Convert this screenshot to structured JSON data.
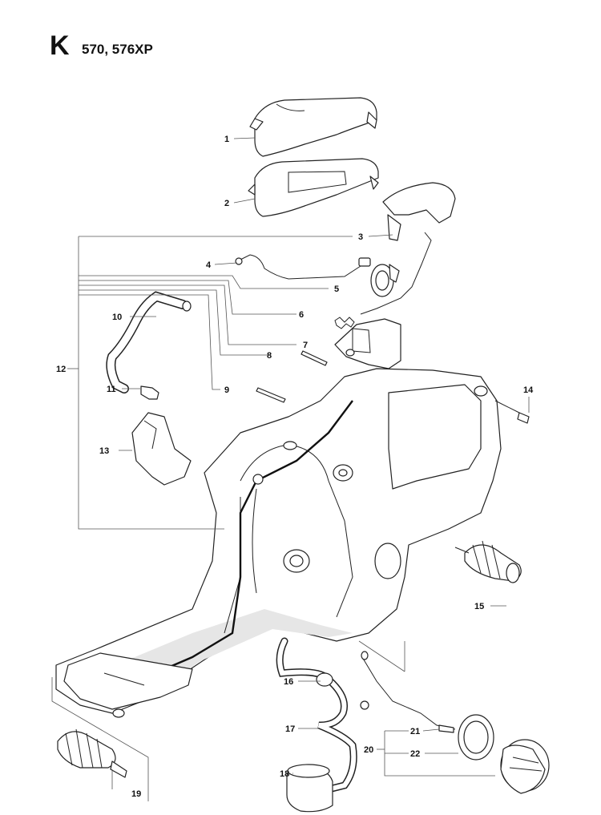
{
  "header": {
    "section": "K",
    "models": "570, 576XP"
  },
  "callouts": [
    "1",
    "2",
    "3",
    "4",
    "5",
    "6",
    "7",
    "8",
    "9",
    "10",
    "11",
    "12",
    "13",
    "14",
    "15",
    "16",
    "17",
    "18",
    "19",
    "20",
    "21",
    "22"
  ]
}
